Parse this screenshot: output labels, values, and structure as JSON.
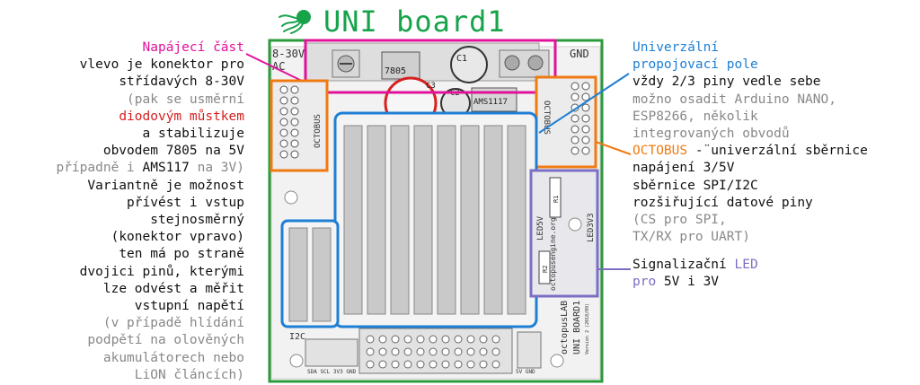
{
  "title": "UNI board1",
  "colors": {
    "title": "#16a34a",
    "pink": "#e0119a",
    "red": "#d62020",
    "blue": "#1e7fd4",
    "orange": "#f07a12",
    "purple": "#7b6fc4",
    "gray": "#888888"
  },
  "left": {
    "heading": "Napájecí část",
    "l1": "vlevo je konektor pro",
    "l2": "střídavých 8-30V",
    "l3": "(pak se usměrní",
    "l4": "diodovým můstkem",
    "l5": "a stabilizuje",
    "l6a": "obvodem ",
    "l6b": "7805",
    "l6c": " na 5V",
    "l7a": "případně i ",
    "l7b": "AMS117",
    "l7c": " na 3V)",
    "l8": "Variantně je možnost",
    "l9": "přívést i vstup",
    "l10": "stejnosměrný",
    "l11": "(konektor vpravo)",
    "l12": "ten má po straně",
    "l13": "dvojici pinů, kterými",
    "l14": "lze odvést a měřit",
    "l15": "vstupní napětí",
    "l16": "(v případě hlídání",
    "l17": "podpětí na olověných",
    "l18": "akumulátorech nebo",
    "l19": "LiON článcích)"
  },
  "right": {
    "h1": "Univerzální",
    "h2": "propojovací pole",
    "r1": "vždy 2/3 piny vedle sebe",
    "r2": "možno osadit Arduino NANO,",
    "r3": "ESP8266, několik",
    "r4": "integrovaných obvodů",
    "r5a": "OCTOBUS",
    "r5b": " -¨univerzální sběrnice",
    "r6": "napájení 3/5V",
    "r7": "sběrnice SPI/I2C",
    "r8": "rozšiřující datové piny",
    "r9": "(CS pro SPI,",
    "r10": "TX/RX pro UART)"
  },
  "led": {
    "l1a": "Signalizační ",
    "l1b": "LED",
    "l2a": "pro",
    "l2b": " 5V i 3V"
  },
  "board": {
    "ac": "8-30V",
    "ac2": "AC",
    "gnd": "GND",
    "reg": "7805",
    "ams": "AMS1117",
    "octobus_left": "OCTOBUS",
    "octobus_right": "OCTOBUS",
    "c1": "C1",
    "c2": "C2",
    "c3": "C3",
    "i2c": "I2C",
    "led5": "LED5V",
    "led3": "LED3V3",
    "r1": "R1",
    "r2": "R2",
    "brand1": "octopusLAB",
    "brand2": "UNI BOARD1",
    "brand3": "Version 2 (2018/09)",
    "site": "octopusengine.org",
    "pins_bottom": "SDA SCL 3V3 GND",
    "v5gnd": "5V GND"
  }
}
